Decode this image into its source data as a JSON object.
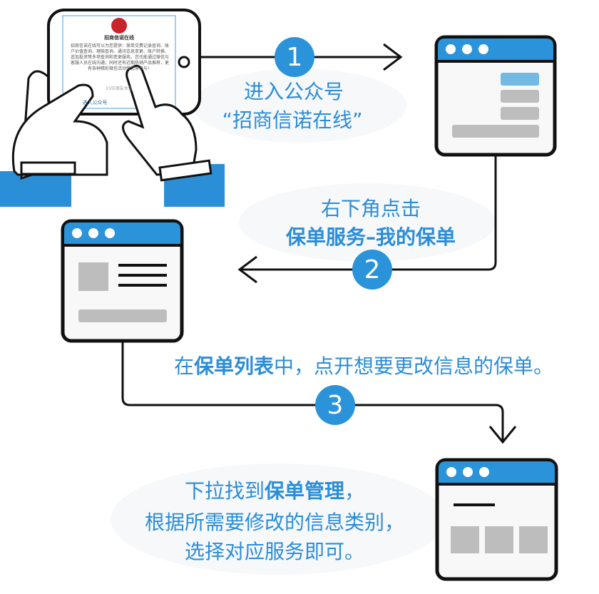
{
  "colors": {
    "accent": "#2a93d9",
    "text_blue": "#2a8dd8",
    "line": "#111111",
    "placeholder_gray": "#bdbdbd",
    "highlight_blue": "#74b8e4"
  },
  "phone": {
    "logo_text": "招商信诺",
    "title": "招商信诺在线",
    "description": "招商信诺在线可以为您提供：保单交费记录查询、账户价值查询、理赔查询、通讯信息变更、账户转换、追加投资等多项查询和变更服务。您也能通过微信与客服人员在线沟通；同时还有近期热销产品推荐，更有各种精彩微信活动等您来参与！",
    "followers": "15位朋友关注",
    "enter_button": "进入公众号"
  },
  "steps": [
    {
      "number": "1",
      "line1": "进入公众号",
      "line2": "“招商信诺在线”"
    },
    {
      "number": "2",
      "line1": "右下角点击",
      "line2": "保单服务–我的保单"
    },
    {
      "number": "3",
      "pre": "在",
      "bold": "保单列表",
      "post": "中，点开想要更改信息的保单。"
    },
    {
      "pre": "下拉找到",
      "bold": "保单管理",
      "post": "，",
      "line2": "根据所需要修改的信息类别，",
      "line3": "选择对应服务即可。"
    }
  ]
}
